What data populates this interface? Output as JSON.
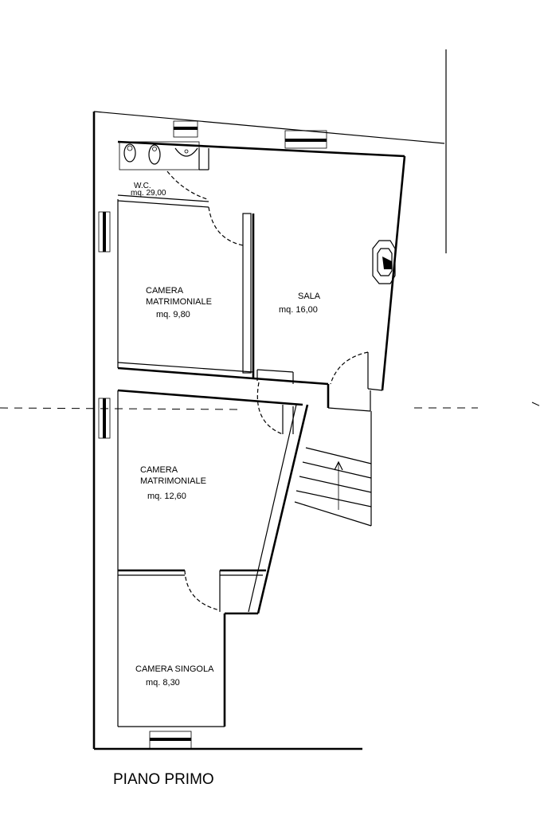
{
  "floor_title": "PIANO PRIMO",
  "rooms": {
    "wc": {
      "name": "W.C.",
      "area": "mq. 29,00"
    },
    "camera_matrimoniale_1": {
      "name_line1": "CAMERA",
      "name_line2": "MATRIMONIALE",
      "area": "mq. 9,80"
    },
    "sala": {
      "name": "SALA",
      "area": "mq. 16,00"
    },
    "camera_matrimoniale_2": {
      "name_line1": "CAMERA",
      "name_line2": "MATRIMONIALE",
      "area": "mq. 12,60"
    },
    "camera_singola": {
      "name": "CAMERA SINGOLA",
      "area": "mq. 8,30"
    }
  }
}
